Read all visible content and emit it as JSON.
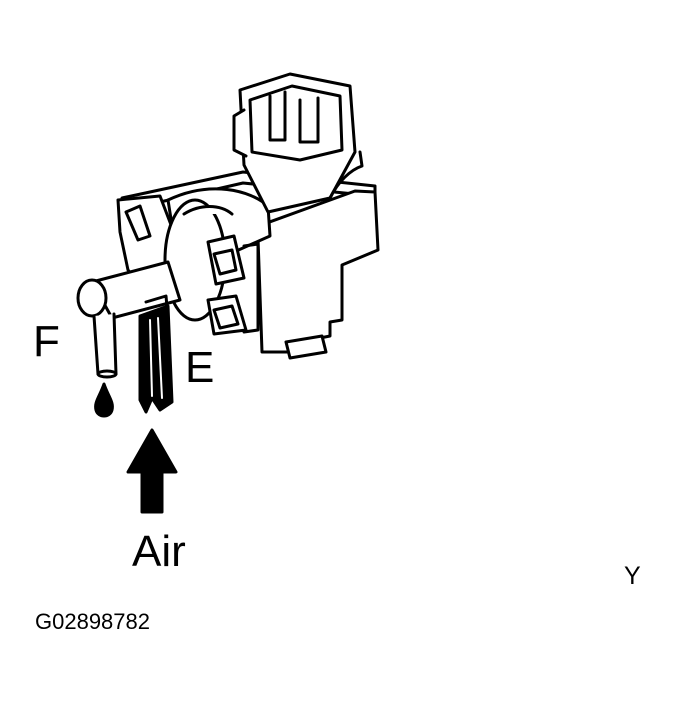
{
  "labels": {
    "port_f": "F",
    "port_e": "E",
    "air": "Air",
    "corner": "Y",
    "figure_id": "G02898782"
  },
  "colors": {
    "ink": "#000000",
    "paper": "#ffffff"
  }
}
